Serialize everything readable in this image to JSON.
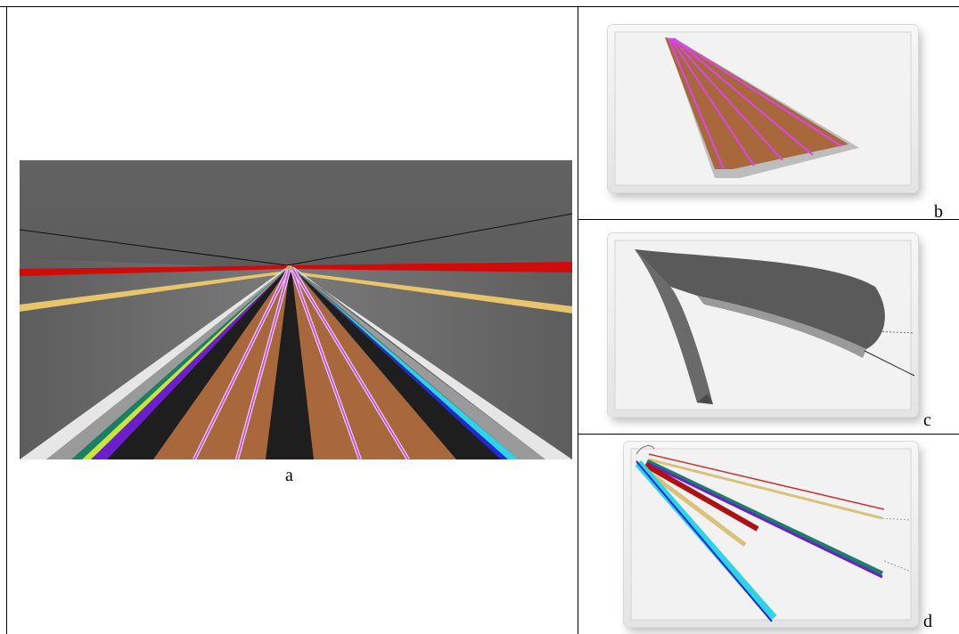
{
  "labels": {
    "a": "a",
    "b": "b",
    "c": "c",
    "d": "d"
  },
  "colors": {
    "road_brown": "#a8683b",
    "lane_magenta": "#d946ef",
    "lane_white": "#f2f2f2",
    "curb_purple": "#6b1fcc",
    "curb_cyan": "#2ed3e6",
    "curb_blue": "#2028d8",
    "curb_green": "#1b7f68",
    "curb_lime": "#c8e63a",
    "pipe_red": "#d10a0a",
    "pipe_yellow": "#e8c46a",
    "tunnel_gray": "#5a5a5a",
    "median_black": "#1e1e1e"
  }
}
